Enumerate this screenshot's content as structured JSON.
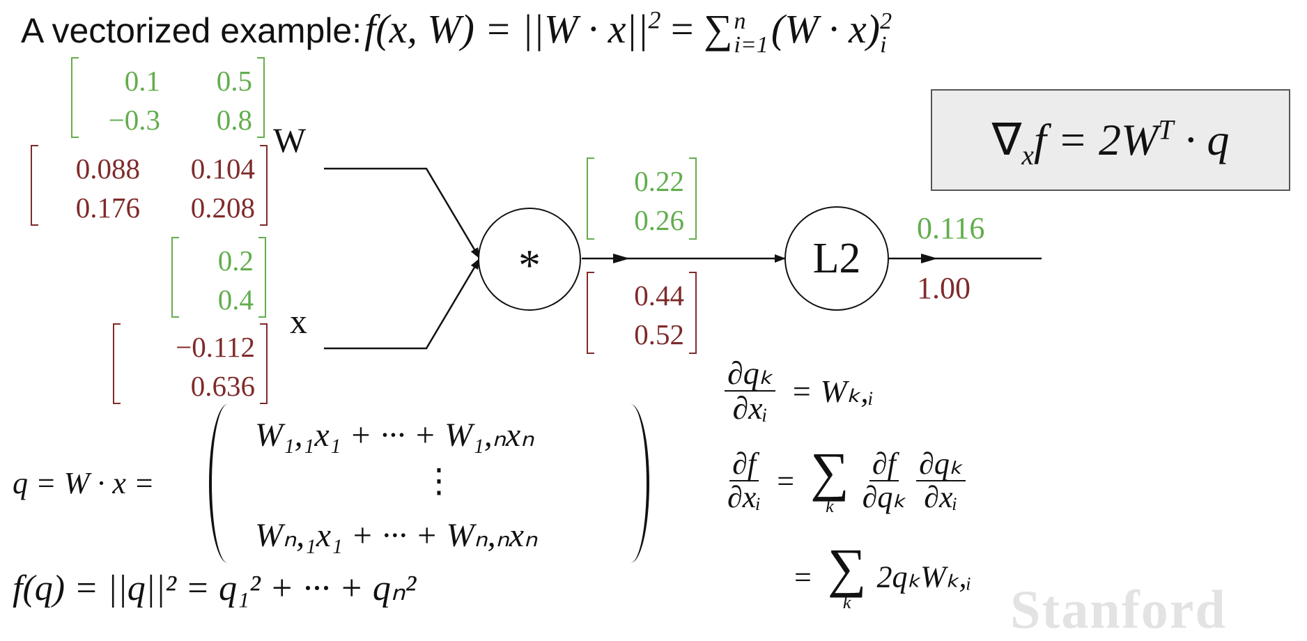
{
  "title": {
    "text": "A vectorized example:",
    "formula_f": "f",
    "formula_args": "(x, W) = ||W · x||",
    "sq": "2",
    "mid": " = ∑",
    "sum_sub": "i=1",
    "sum_sup": "n",
    "tail": "(W · x)",
    "tail_sub": "i",
    "tail_sup": "2"
  },
  "gradient_box": {
    "lhs": "∇",
    "sub": "x",
    "f": "f = 2W",
    "sup": "T",
    "rhs": " · q"
  },
  "inputs": {
    "W": {
      "label": "W",
      "forward": [
        [
          "0.1",
          "0.5"
        ],
        [
          "−0.3",
          "0.8"
        ]
      ],
      "backward": [
        [
          "0.088",
          "0.104"
        ],
        [
          "0.176",
          "0.208"
        ]
      ]
    },
    "x": {
      "label": "x",
      "forward": [
        "0.2",
        "0.4"
      ],
      "backward": [
        "−0.112",
        "0.636"
      ]
    }
  },
  "nodes": {
    "multiply": "*",
    "l2": "L2"
  },
  "mult_output": {
    "forward": [
      "0.22",
      "0.26"
    ],
    "backward": [
      "0.44",
      "0.52"
    ]
  },
  "l2_output": {
    "forward": "0.116",
    "backward": "1.00"
  },
  "q_def": {
    "lhs": "q = W · x =",
    "row1": "W₁,₁x₁ + ··· + W₁,ₙxₙ",
    "dots": "⋮",
    "row2": "Wₙ,₁x₁ + ··· + Wₙ,ₙxₙ"
  },
  "f_def": "f(q) = ||q||² = q₁² + ··· + qₙ²",
  "derivs": {
    "d1_num": "∂qₖ",
    "d1_den": "∂xᵢ",
    "d1_rhs": "= Wₖ,ᵢ",
    "d2_num": "∂f",
    "d2_den": "∂xᵢ",
    "d2_eq": "=",
    "d2_t1_num": "∂f",
    "d2_t1_den": "∂qₖ",
    "d2_t2_num": "∂qₖ",
    "d2_t2_den": "∂xᵢ",
    "sum_sym": "∑",
    "sum_idx": "k",
    "d3_eq": "=",
    "d3_rhs": "2qₖWₖ,ᵢ"
  },
  "watermark": "Stanford",
  "colors": {
    "forward": "#62ad4d",
    "backward": "#7f2a2a",
    "box_bg": "#ececec"
  }
}
